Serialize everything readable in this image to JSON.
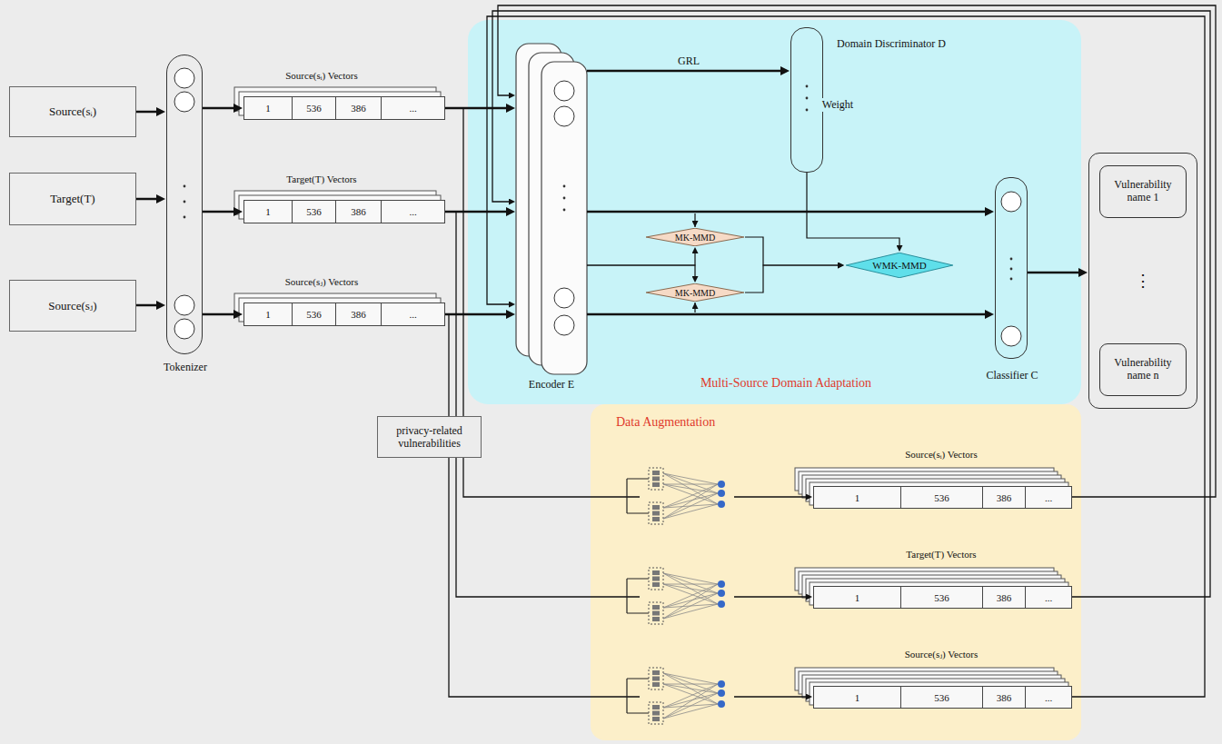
{
  "diagram": {
    "nodes": [
      {
        "text": [
          "Source(sᵢ)"
        ]
      },
      {
        "text": [
          "Target(T)"
        ]
      },
      {
        "text": [
          "Source(sⱼ)"
        ]
      },
      {
        "text": [
          "Tokenizer"
        ]
      },
      {
        "text": [
          "Source(sᵢ) Vectors"
        ]
      },
      {
        "text": [
          "1"
        ],
        "in": 4
      },
      {
        "text": [
          "536"
        ],
        "in": 4
      },
      {
        "text": [
          "386"
        ],
        "in": 4
      },
      {
        "text": [
          "..."
        ],
        "in": 4
      },
      {
        "text": [
          "Target(T) Vectors"
        ]
      },
      {
        "text": [
          "1"
        ],
        "in": 9
      },
      {
        "text": [
          "536"
        ],
        "in": 9
      },
      {
        "text": [
          "386"
        ],
        "in": 9
      },
      {
        "text": [
          "..."
        ],
        "in": 9
      },
      {
        "text": [
          "Source(sⱼ) Vectors"
        ]
      },
      {
        "text": [
          "1"
        ],
        "in": 14
      },
      {
        "text": [
          "536"
        ],
        "in": 14
      },
      {
        "text": [
          "386"
        ],
        "in": 14
      },
      {
        "text": [
          "..."
        ],
        "in": 14
      },
      {
        "text": [
          "Multi-Source Domain Adaptation"
        ]
      },
      {
        "text": [
          "Encoder E"
        ],
        "in": 19
      },
      {
        "text": [
          "Domain Discriminator D"
        ],
        "in": 19
      },
      {
        "text": [
          "MK-MMD"
        ],
        "in": 19
      },
      {
        "text": [
          "MK-MMD"
        ],
        "in": 19
      },
      {
        "text": [
          "WMK-MMD"
        ],
        "in": 19
      },
      {
        "text": [
          "Classifier C"
        ],
        "in": 19
      },
      {
        "text": [
          "⋮"
        ]
      },
      {
        "text": [
          "Vulnerability name 1"
        ],
        "in": 26
      },
      {
        "text": [
          "Vulnerability name n"
        ],
        "in": 26
      },
      {
        "text": [
          "privacy-related vulnerabilities"
        ]
      },
      {
        "text": [
          "Data Augmentation"
        ]
      },
      {
        "text": [
          "Source(sᵢ) Vectors"
        ],
        "in": 30
      },
      {
        "text": [
          "1"
        ],
        "in": 31
      },
      {
        "text": [
          "536"
        ],
        "in": 31
      },
      {
        "text": [
          "386"
        ],
        "in": 31
      },
      {
        "text": [
          "..."
        ],
        "in": 31
      },
      {
        "text": [
          "Target(T) Vectors"
        ],
        "in": 30
      },
      {
        "text": [
          "1"
        ],
        "in": 36
      },
      {
        "text": [
          "536"
        ],
        "in": 36
      },
      {
        "text": [
          "386"
        ],
        "in": 36
      },
      {
        "text": [
          "..."
        ],
        "in": 36
      },
      {
        "text": [
          "Source(sⱼ) Vectors"
        ],
        "in": 30
      },
      {
        "text": [
          "1"
        ],
        "in": 41
      },
      {
        "text": [
          "536"
        ],
        "in": 41
      },
      {
        "text": [
          "386"
        ],
        "in": 41
      },
      {
        "text": [
          "..."
        ],
        "in": 41
      }
    ],
    "edges": [
      {
        "from": 0,
        "to": 3,
        "arrow": "to"
      },
      {
        "from": 1,
        "to": 3,
        "arrow": "to"
      },
      {
        "from": 2,
        "to": 3,
        "arrow": "to"
      },
      {
        "from": 3,
        "to": 4,
        "arrow": "to"
      },
      {
        "from": 3,
        "to": 9,
        "arrow": "to"
      },
      {
        "from": 3,
        "to": 14,
        "arrow": "to"
      },
      {
        "from": 4,
        "to": 20,
        "arrow": "to"
      },
      {
        "from": 9,
        "to": 20,
        "arrow": "to"
      },
      {
        "from": 14,
        "to": 20,
        "arrow": "to"
      },
      {
        "from": 20,
        "to": 21,
        "label": "GRL",
        "arrow": "to"
      },
      {
        "from": 21,
        "to": 24,
        "label": "Weight",
        "arrow": "to"
      },
      {
        "from": 20,
        "to": 25,
        "arrow": "to"
      },
      {
        "from": 20,
        "to": 25,
        "arrow": "to"
      },
      {
        "from": 20,
        "to": 22,
        "arrow": "to"
      },
      {
        "from": 20,
        "to": 23,
        "arrow": "to"
      },
      {
        "from": 22,
        "to": 24,
        "arrow": "to"
      },
      {
        "from": 23,
        "to": 24,
        "arrow": "to"
      },
      {
        "from": 25,
        "to": 26,
        "arrow": "to"
      },
      {
        "from": 4,
        "to": 31,
        "arrow": "to"
      },
      {
        "from": 9,
        "to": 36,
        "arrow": "to"
      },
      {
        "from": 14,
        "to": 41,
        "arrow": "to"
      },
      {
        "from": 31,
        "to": 20,
        "arrow": "to"
      },
      {
        "from": 36,
        "to": 20,
        "arrow": "to"
      },
      {
        "from": 41,
        "to": 20,
        "arrow": "to"
      }
    ]
  }
}
